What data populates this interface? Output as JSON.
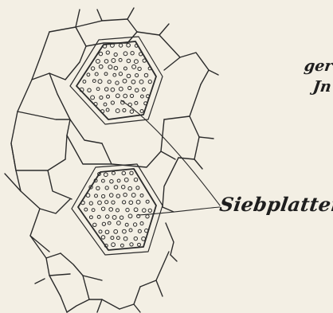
{
  "diagram": {
    "label": "Siebplatten.",
    "text_fragments": [
      "ger",
      "Jn"
    ]
  }
}
